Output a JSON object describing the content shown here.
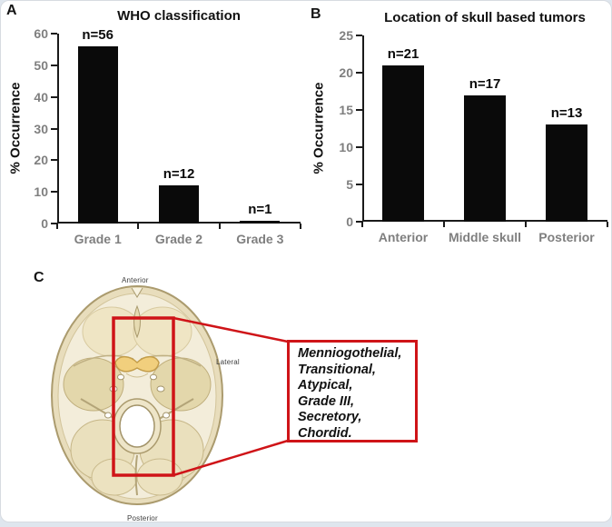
{
  "panels": {
    "a_label": "A",
    "b_label": "B",
    "c_label": "C"
  },
  "chart_data": [
    {
      "type": "bar",
      "panel": "A",
      "title": "WHO classification",
      "xlabel": "",
      "ylabel": "% Occurrence",
      "categories": [
        "Grade 1",
        "Grade 2",
        "Grade 3"
      ],
      "values": [
        56,
        12,
        1
      ],
      "bar_labels": [
        "n=56",
        "n=12",
        "n=1"
      ],
      "ylim": [
        0,
        60
      ],
      "yticks": [
        0,
        10,
        20,
        30,
        40,
        50,
        60
      ],
      "grid": "off",
      "legend": "none"
    },
    {
      "type": "bar",
      "panel": "B",
      "title": "Location of skull based tumors",
      "xlabel": "",
      "ylabel": "% Occurrence",
      "categories": [
        "Anterior",
        "Middle skull",
        "Posterior"
      ],
      "values": [
        21,
        17,
        13
      ],
      "bar_labels": [
        "n=21",
        "n=17",
        "n=13"
      ],
      "ylim": [
        0,
        25
      ],
      "yticks": [
        0,
        5,
        10,
        15,
        20,
        25
      ],
      "grid": "off",
      "legend": "none"
    }
  ],
  "panel_c": {
    "anatomy_labels": {
      "top": "Anterior",
      "right": "Lateral",
      "bottom": "Posterior"
    },
    "callout_lines": [
      "Menniogothelial,",
      "Transitional,",
      "Atypical,",
      "Grade III,",
      "Secretory,",
      "Chordid."
    ]
  },
  "colors": {
    "bar": "#0a0a0a",
    "axis": "#1a1a1a",
    "tick_text": "#7f7f7f",
    "highlight_red": "#cf1418",
    "bone_fill": "#e8ddbc",
    "sella_yellow": "#f1cf7d"
  }
}
